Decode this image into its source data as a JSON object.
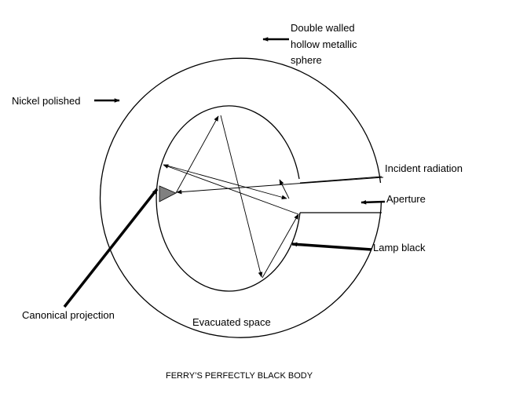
{
  "diagram": {
    "labels": {
      "double_walled_line1": "Double walled",
      "double_walled_line2": "hollow metallic",
      "double_walled_line3": "sphere",
      "nickel_polished": "Nickel polished",
      "incident_radiation": "Incident radiation",
      "aperture": "Aperture",
      "lamp_black": "Lamp black",
      "canonical_projection": "Canonical projection",
      "evacuated_space": "Evacuated space"
    },
    "caption": "FERRY’S PERFECTLY BLACK BODY",
    "colors": {
      "stroke": "#000000",
      "cone_fill": "#808080",
      "background": "#ffffff"
    }
  }
}
